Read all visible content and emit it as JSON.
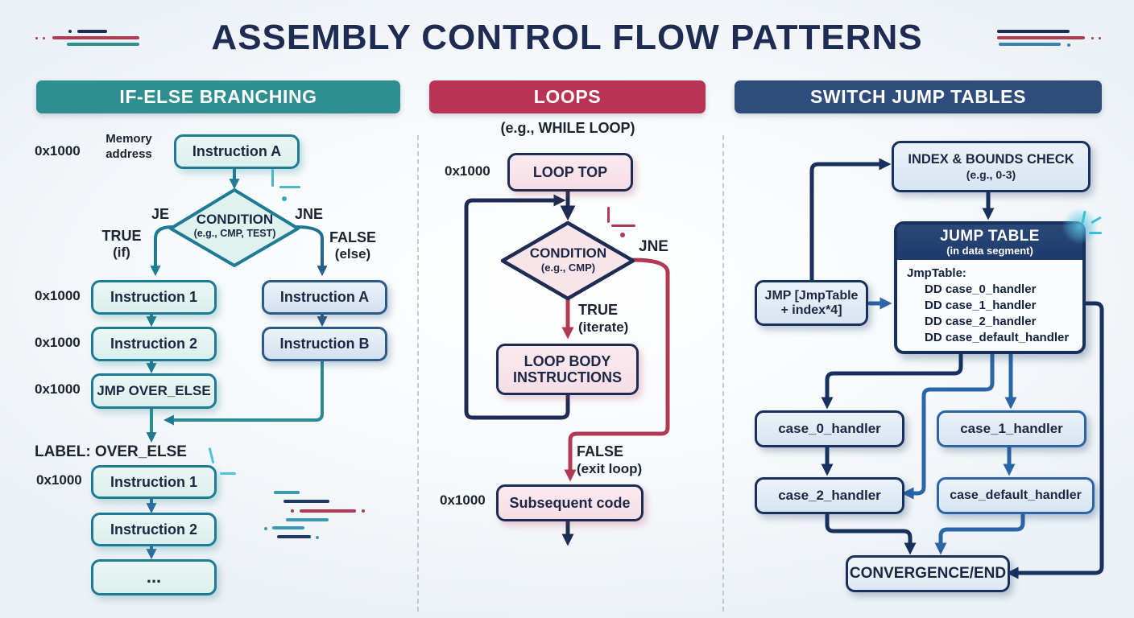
{
  "title": "ASSEMBLY CONTROL FLOW PATTERNS",
  "colors": {
    "title_navy": "#1e2b52",
    "teal": "#2f8f90",
    "crimson": "#b93354",
    "navy_banner": "#2e4d7b",
    "teal_border": "#1e7b93",
    "navy_line": "#1d2c52",
    "crimson_line": "#b13951",
    "steel_blue": "#2a65a8",
    "dark_navy": "#17305e",
    "blue_branch": "#2b5c88"
  },
  "col1": {
    "header": "IF-ELSE BRANCHING",
    "addr": "0x1000",
    "memory_label": "Memory address",
    "instr_top": "Instruction A",
    "cond": "CONDITION",
    "cond_sub": "(e.g., CMP, TEST)",
    "je": "JE",
    "jne": "JNE",
    "true_l": "TRUE",
    "true_sub": "(if)",
    "false_l": "FALSE",
    "false_sub": "(else)",
    "t1": "Instruction 1",
    "t2": "Instruction 2",
    "t3": "JMP OVER_ELSE",
    "f1": "Instruction A",
    "f2": "Instruction B",
    "over_else": "LABEL: OVER_ELSE",
    "a1": "Instruction 1",
    "a2": "Instruction 2",
    "a3": "..."
  },
  "col2": {
    "header": "LOOPS",
    "subtitle": "(e.g., WHILE LOOP)",
    "addr": "0x1000",
    "loop_top": "LOOP TOP",
    "cond": "CONDITION",
    "cond_sub": "(e.g., CMP)",
    "jne": "JNE",
    "true_l": "TRUE",
    "true_sub": "(iterate)",
    "body": "LOOP BODY INSTRUCTIONS",
    "false_l": "FALSE",
    "false_sub": "(exit loop)",
    "subsequent": "Subsequent code"
  },
  "col3": {
    "header": "SWITCH JUMP TABLES",
    "index_check": "INDEX & BOUNDS CHECK",
    "index_sub": "(e.g., 0-3)",
    "jt_title": "JUMP TABLE",
    "jt_sub": "(in data segment)",
    "jt_label": "JmpTable:",
    "jt_rows": [
      "DD case_0_handler",
      "DD case_1_handler",
      "DD case_2_handler",
      "DD case_default_handler"
    ],
    "jmp_box": "JMP [JmpTable + index*4]",
    "h0": "case_0_handler",
    "h1": "case_1_handler",
    "h2": "case_2_handler",
    "hd": "case_default_handler",
    "convergence": "CONVERGENCE/END"
  }
}
